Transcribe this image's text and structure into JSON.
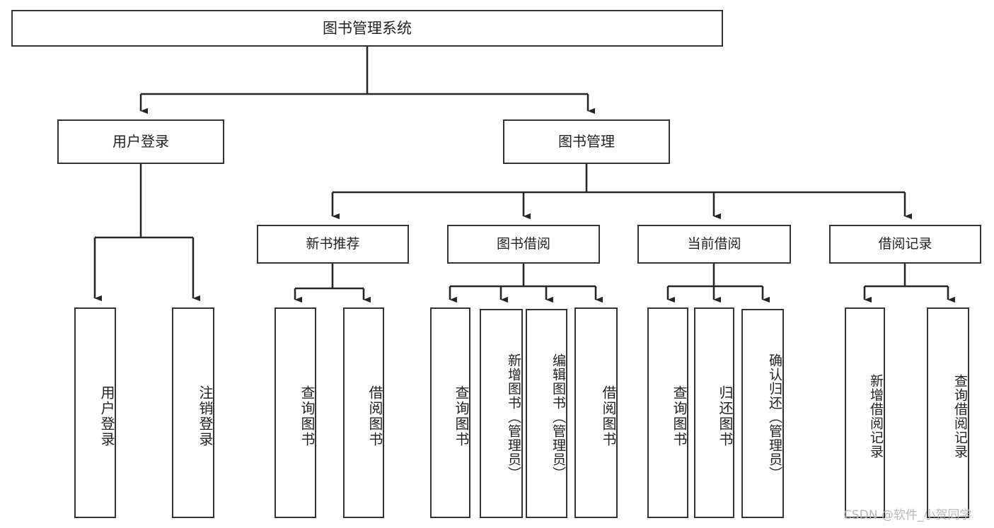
{
  "diagram": {
    "type": "tree",
    "title": "图书管理系统",
    "watermark": "CSDN @软件_小贺同学",
    "colors": {
      "box_border": "#333333",
      "box_fill": "#ffffff",
      "connector": "#262626",
      "text": "#222222",
      "watermark": "#b8b8b8"
    },
    "nodes": {
      "root": {
        "label": "图书管理系统"
      },
      "level2": [
        {
          "id": "user-login",
          "label": "用户登录"
        },
        {
          "id": "book-management",
          "label": "图书管理"
        }
      ],
      "level3": [
        {
          "id": "new-book-recommend",
          "label": "新书推荐"
        },
        {
          "id": "book-borrow",
          "label": "图书借阅"
        },
        {
          "id": "current-borrow",
          "label": "当前借阅"
        },
        {
          "id": "borrow-record",
          "label": "借阅记录"
        }
      ],
      "leaves": {
        "user_login": [
          {
            "id": "leaf-user-login",
            "label": "用户登录"
          },
          {
            "id": "leaf-logout-login",
            "label": "注销登录"
          }
        ],
        "new_book_recommend": [
          {
            "id": "leaf-query-book-1",
            "label": "查询图书"
          },
          {
            "id": "leaf-borrow-book-1",
            "label": "借阅图书"
          }
        ],
        "book_borrow": [
          {
            "id": "leaf-query-book-2",
            "label": "查询图书"
          },
          {
            "id": "leaf-add-book-admin",
            "label": "新增图书（管理员）"
          },
          {
            "id": "leaf-edit-book-admin",
            "label": "编辑图书（管理员）"
          },
          {
            "id": "leaf-borrow-book-2",
            "label": "借阅图书"
          }
        ],
        "current_borrow": [
          {
            "id": "leaf-query-book-3",
            "label": "查询图书"
          },
          {
            "id": "leaf-return-book",
            "label": "归还图书"
          },
          {
            "id": "leaf-confirm-return-admin",
            "label": "确认归还（管理员）"
          }
        ],
        "borrow_record": [
          {
            "id": "leaf-add-borrow-record",
            "label": "新增借阅记录"
          },
          {
            "id": "leaf-query-borrow-record",
            "label": "查询借阅记录"
          }
        ]
      }
    }
  }
}
